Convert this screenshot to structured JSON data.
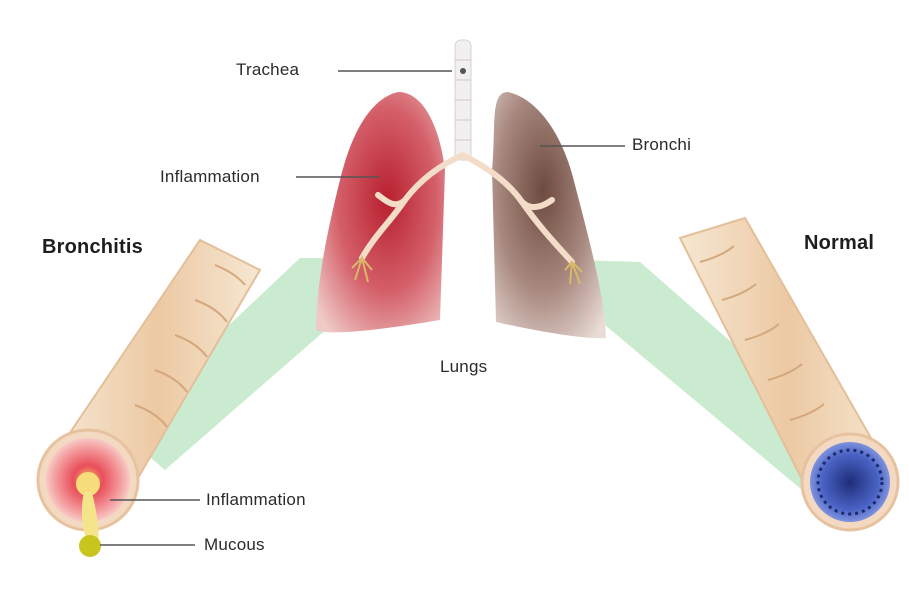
{
  "labels": {
    "trachea": "Trachea",
    "bronchi": "Bronchi",
    "inflammation_lung": "Inflammation",
    "bronchitis": "Bronchitis",
    "normal": "Normal",
    "lungs": "Lungs",
    "inflammation_tube": "Inflammation",
    "mucous": "Mucous"
  },
  "colors": {
    "inflamed_lung": "#c9404c",
    "normal_lung": "#a9877d",
    "airway_wall": "#efd3b3",
    "magnifier_green": "#a6deb1",
    "normal_lumen": "#3b4fa8",
    "mucous": "#c8c51e"
  }
}
